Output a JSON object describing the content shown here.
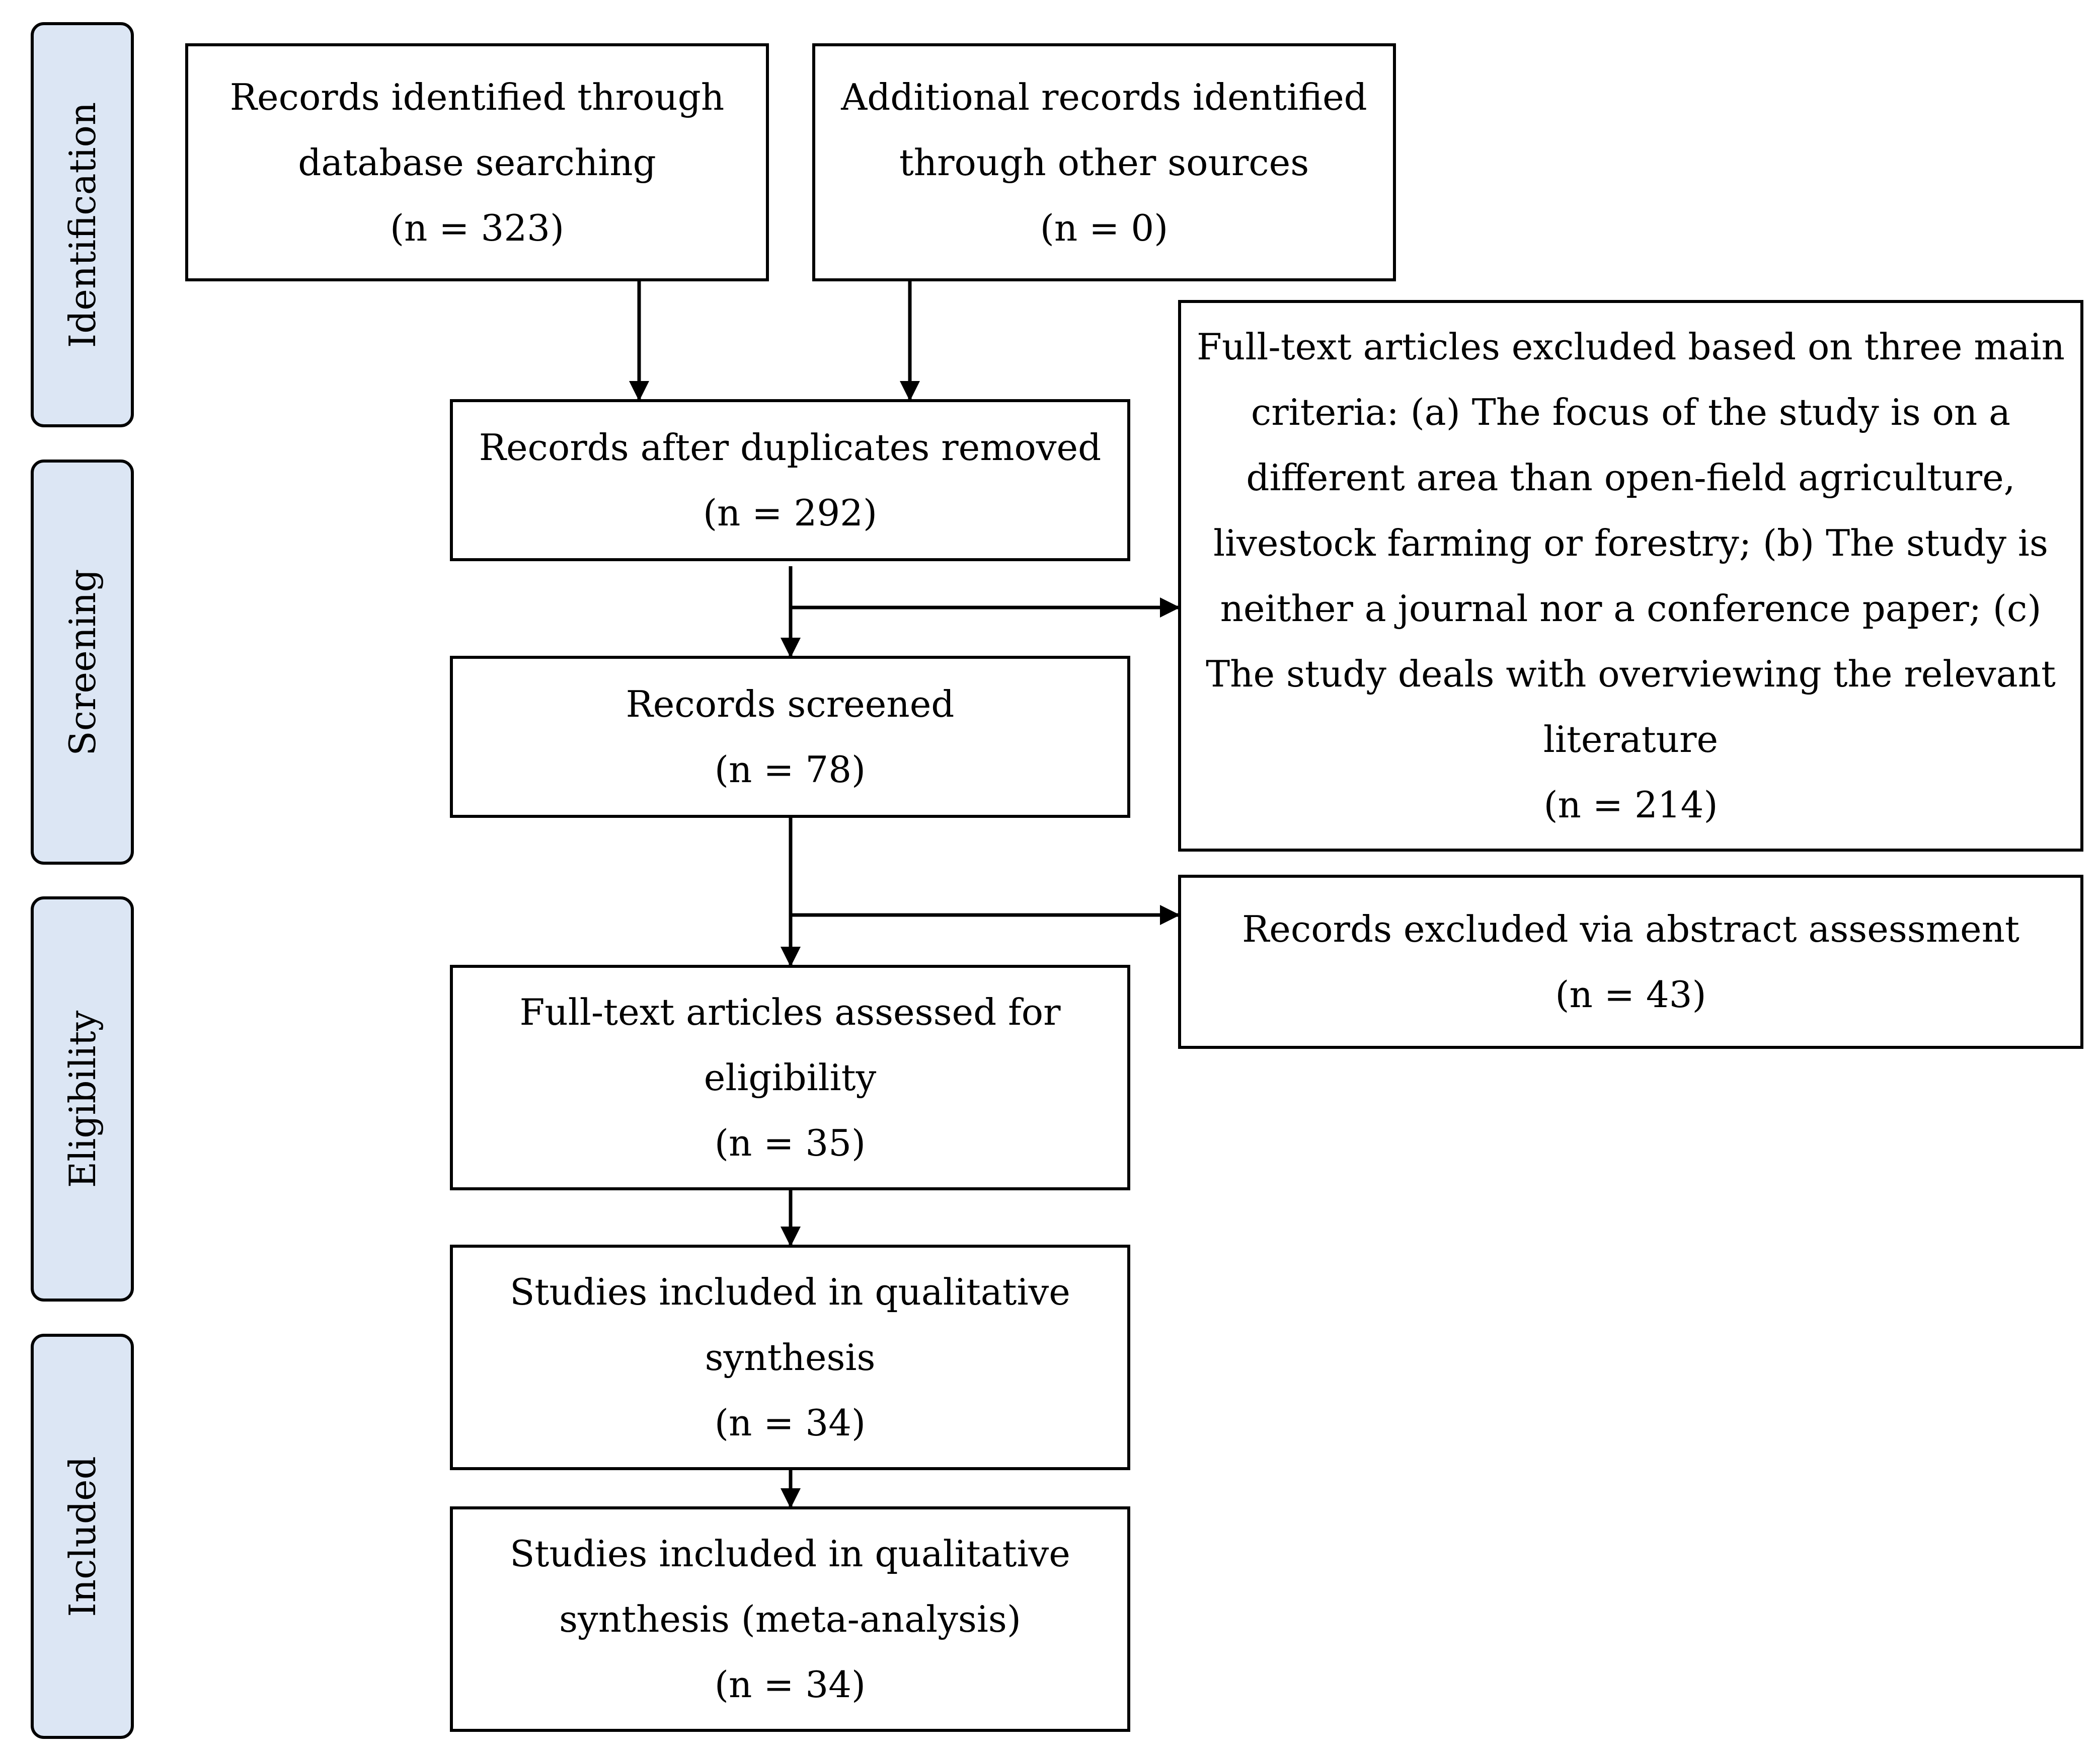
{
  "phases": [
    {
      "label": "Identification"
    },
    {
      "label": "Screening"
    },
    {
      "label": "Eligibility"
    },
    {
      "label": "Included"
    }
  ],
  "boxes": {
    "database": {
      "lines": [
        "Records identified through",
        "database searching",
        "(n = 323)"
      ]
    },
    "other_sources": {
      "lines": [
        "Additional records identified",
        "through other sources",
        "(n = 0)"
      ]
    },
    "duplicates_removed": {
      "lines": [
        "Records after duplicates removed",
        "(n = 292)"
      ]
    },
    "screened": {
      "lines": [
        "Records screened",
        "(n = 78)"
      ]
    },
    "fulltext_assessed": {
      "lines": [
        "Full-text articles assessed for",
        "eligibility",
        "(n = 35)"
      ]
    },
    "qualitative": {
      "lines": [
        "Studies included in qualitative",
        "synthesis",
        "(n = 34)"
      ]
    },
    "meta_analysis": {
      "lines": [
        "Studies included in qualitative",
        "synthesis (meta-analysis)",
        "(n = 34)"
      ]
    },
    "fulltext_excluded": {
      "lines": [
        "Full-text articles excluded based on three main",
        "criteria: (a) The focus of the study is on a",
        "different area than open-field agriculture,",
        "livestock farming or forestry; (b) The study is",
        "neither a journal nor a conference paper; (c)",
        "The study deals with overviewing the relevant",
        "literature",
        "(n = 214)"
      ]
    },
    "abstract_excluded": {
      "lines": [
        "Records excluded via abstract assessment",
        "(n = 43)"
      ]
    }
  },
  "colors": {
    "phase_fill": "#dce6f4",
    "stroke": "#000000",
    "box_fill": "#ffffff"
  }
}
